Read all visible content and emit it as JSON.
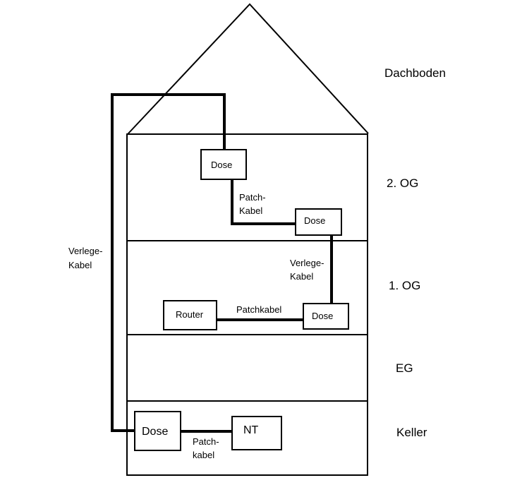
{
  "floors": {
    "dachboden": "Dachboden",
    "og2": "2. OG",
    "og1": "1. OG",
    "eg": "EG",
    "keller": "Keller"
  },
  "boxes": {
    "dose_og2_left": "Dose",
    "dose_og2_right": "Dose",
    "router": "Router",
    "dose_og1": "Dose",
    "dose_keller": "Dose",
    "nt": "NT"
  },
  "cables": {
    "verlege_outer_line1": "Verlege-",
    "verlege_outer_line2": "Kabel",
    "patch_og2_line1": "Patch-",
    "patch_og2_line2": "Kabel",
    "verlege_inner_line1": "Verlege-",
    "verlege_inner_line2": "Kabel",
    "patchkabel_og1": "Patchkabel",
    "patch_keller_line1": "Patch-",
    "patch_keller_line2": "kabel"
  }
}
